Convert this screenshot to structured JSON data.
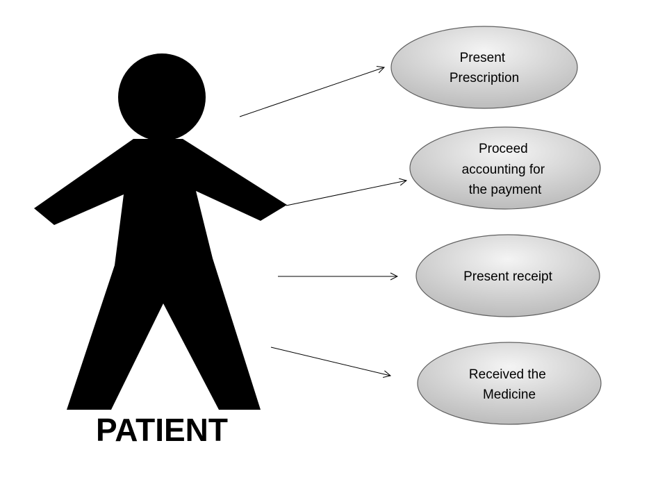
{
  "actor": {
    "label": "PATIENT",
    "icon": "stick-figure-icon",
    "color": "#000000"
  },
  "use_cases": [
    {
      "id": "present-prescription",
      "lines": [
        "Present",
        "Prescription"
      ]
    },
    {
      "id": "proceed-accounting",
      "lines": [
        "Proceed",
        "accounting for",
        "the payment"
      ]
    },
    {
      "id": "present-receipt",
      "lines": [
        "Present receipt"
      ]
    },
    {
      "id": "received-medicine",
      "lines": [
        "Received the",
        "Medicine"
      ]
    }
  ],
  "colors": {
    "ellipse_fill_light": "#f4f4f4",
    "ellipse_fill_dark": "#bcbcbc",
    "ellipse_stroke": "#5f5f5f",
    "arrow": "#000000"
  }
}
